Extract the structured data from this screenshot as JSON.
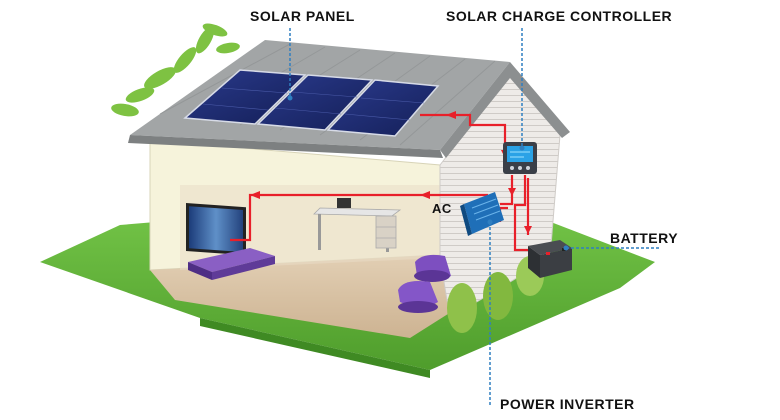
{
  "labels": {
    "solar_panel": "SOLAR PANEL",
    "charge_controller": "SOLAR CHARGE CONTROLLER",
    "ac": "AC",
    "battery": "BATTERY",
    "power_inverter": "POWER INVERTER"
  },
  "colors": {
    "wire": "#e8202a",
    "leader_line": "#2f7fc1",
    "grass": "#5cae34",
    "roof": "#9a9c9c",
    "wall": "#f4f1d8",
    "siding": "#ece9e6",
    "floor": "#d8c3a6",
    "panel": "#1e2d73",
    "furniture": "#6b3fa0"
  },
  "icons": {
    "leaves": "leaves-icon",
    "tv": "tv-icon",
    "controller": "charge-controller-icon",
    "inverter": "power-inverter-icon",
    "battery": "battery-icon",
    "shrub": "shrub-icon"
  }
}
